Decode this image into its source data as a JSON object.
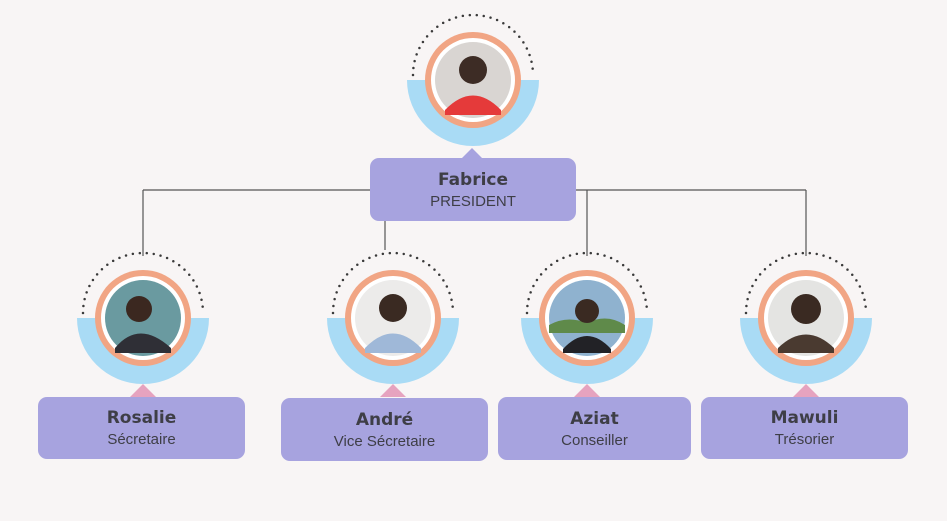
{
  "org": {
    "president": {
      "name": "Fabrice",
      "role": "PRESIDENT",
      "photo": "person-photo"
    },
    "members": [
      {
        "name": "Rosalie",
        "role": "Sécretaire",
        "photo": "person-photo"
      },
      {
        "name": "André",
        "role": "Vice Sécretaire",
        "photo": "person-photo"
      },
      {
        "name": "Aziat",
        "role": "Conseiller",
        "photo": "person-photo"
      },
      {
        "name": "Mawuli",
        "role": "Trésorier",
        "photo": "person-photo"
      }
    ]
  },
  "colors": {
    "background": "#f8f5f5",
    "card": "#a7a3df",
    "ring": "#f1a584",
    "arc": "#a9dbf5",
    "pointer": "#e6a3bf",
    "dots": "#3a3a3a",
    "line": "#555555"
  }
}
